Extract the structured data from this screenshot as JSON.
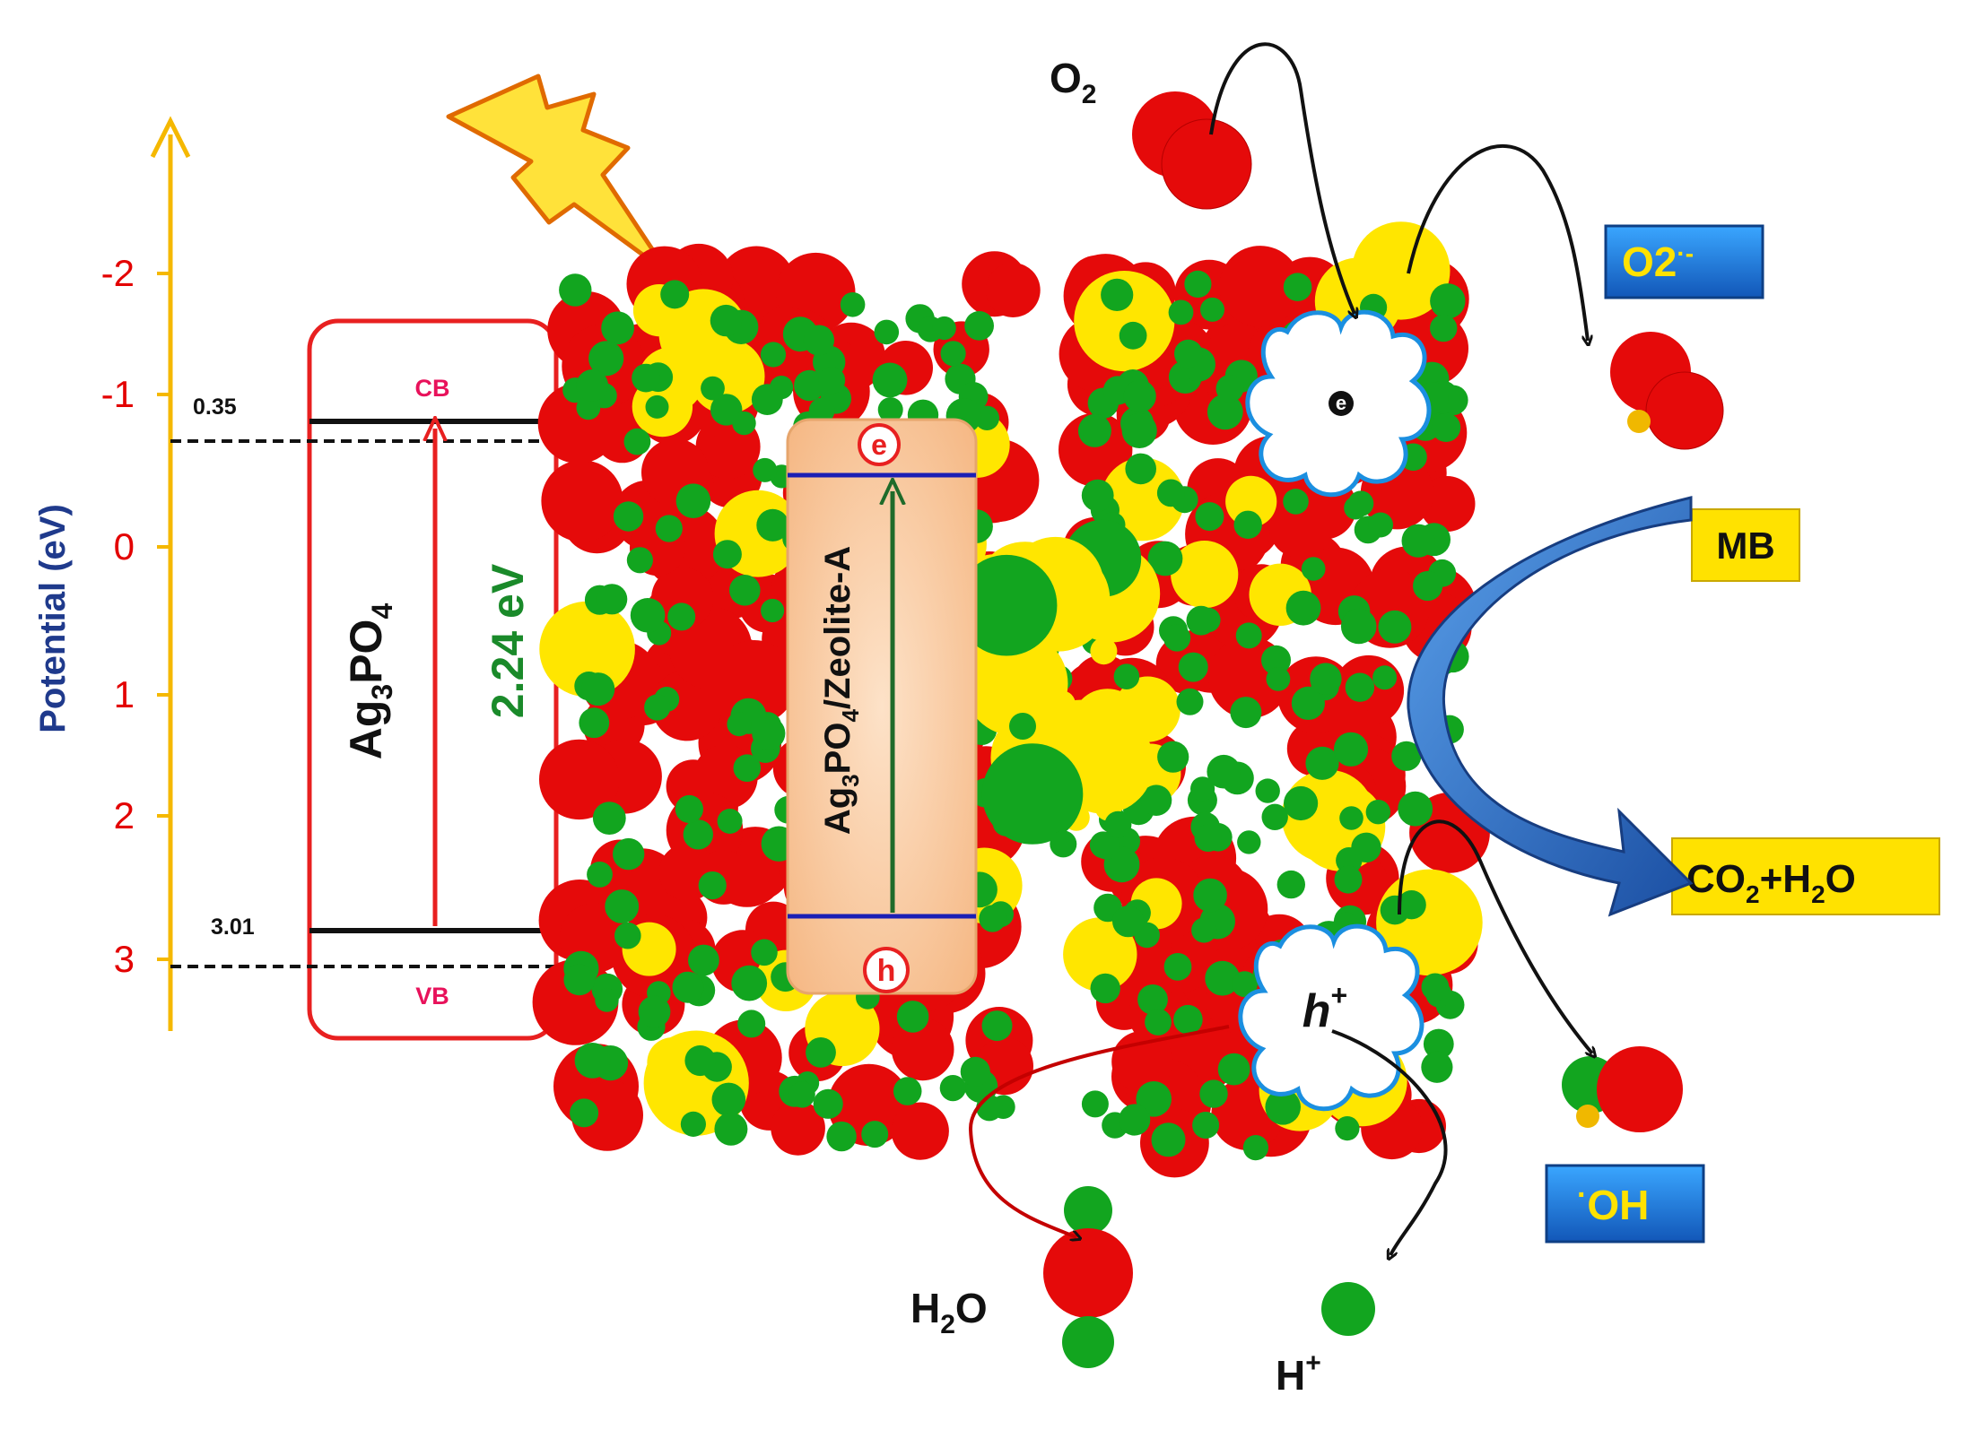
{
  "axis": {
    "label": "Potential (eV)",
    "ticks": [
      "-2",
      "-1",
      "0",
      "1",
      "2",
      "3"
    ],
    "ticks_values": [
      -2,
      -1,
      0,
      1,
      2,
      3
    ]
  },
  "band_diagram": {
    "material": "Ag3PO4",
    "cb_label": "CB",
    "vb_label": "VB",
    "cb_value": "0.35",
    "vb_value": "3.01",
    "band_gap": "2.24 eV"
  },
  "composite": {
    "label": "Ag3PO4/Zeolite-A",
    "electron": "e",
    "hole": "h"
  },
  "cloud_electron": "e",
  "cloud_hole": "h",
  "species": {
    "o2": "O2",
    "superoxide": "O2",
    "superoxide_mark": "·-",
    "mb": "MB",
    "products": "CO2+H2O",
    "hydroxyl": "OH",
    "hydroxyl_dot": "·",
    "water": "H2O",
    "proton": "H",
    "proton_sup": "+"
  },
  "colors": {
    "axis": "#f5b800",
    "tick": "#e30000",
    "axis_label": "#1f3a8c",
    "band_box": "#e82020",
    "band_text": "#e8125b",
    "gap_text": "#1a8a2a",
    "composite_fill": "#f9c79a",
    "oxygen": "#e50a0a",
    "silver": "#ffe600",
    "hydrogen": "#12a51f",
    "blue_box": "#1d7fd6",
    "yellow_box": "#ffe200",
    "arrow_blue": "#2a6fc9"
  }
}
